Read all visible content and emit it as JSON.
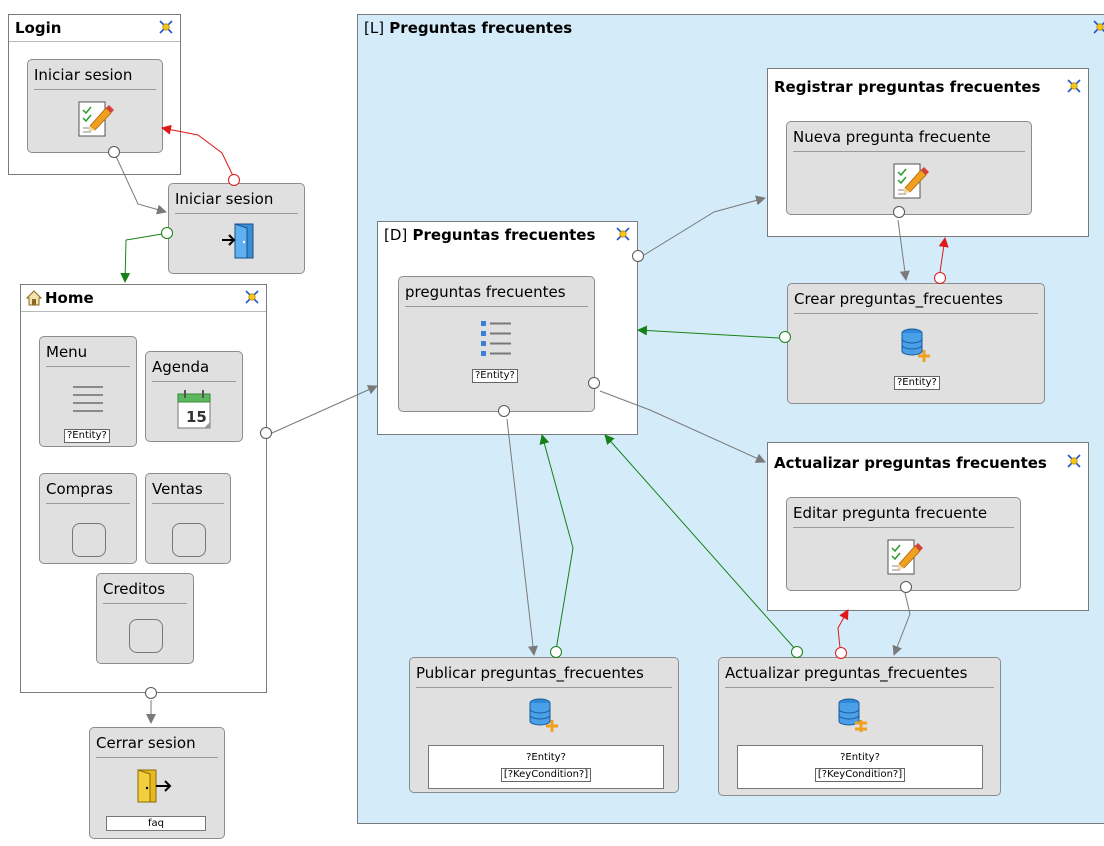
{
  "colors": {
    "area_bg": "#d4ecf9",
    "unit_bg": "#e0e0e0",
    "ok_link": "#188018",
    "ko_link": "#e01818",
    "normal_link": "#7a7a7a"
  },
  "pages": {
    "login": {
      "title": "Login",
      "unit": {
        "title": "Iniciar sesion",
        "icon": "entry-form-icon"
      }
    },
    "action_login": {
      "title": "Iniciar sesion",
      "icon": "login-door-icon"
    },
    "home": {
      "title": "Home",
      "icon": "home-icon",
      "units": {
        "menu": {
          "title": "Menu",
          "entity": "?Entity?"
        },
        "agenda": {
          "title": "Agenda",
          "calendar_day": "15"
        },
        "compras": {
          "title": "Compras"
        },
        "ventas": {
          "title": "Ventas"
        },
        "creditos": {
          "title": "Creditos"
        }
      }
    },
    "logout": {
      "title": "Cerrar sesion",
      "field": "faq",
      "icon": "logout-door-icon"
    },
    "area": {
      "prefix": "[L]",
      "title": "Preguntas frecuentes"
    },
    "default_page": {
      "prefix": "[D]",
      "title": "Preguntas frecuentes",
      "unit": {
        "title": "preguntas frecuentes",
        "entity": "?Entity?",
        "icon": "index-list-icon"
      }
    },
    "registrar": {
      "title": "Registrar preguntas frecuentes",
      "unit": {
        "title": "Nueva pregunta frecuente",
        "icon": "entry-form-icon"
      }
    },
    "crear": {
      "title": "Crear preguntas_frecuentes",
      "entity": "?Entity?",
      "icon": "create-db-icon"
    },
    "actualizar_page": {
      "title": "Actualizar preguntas frecuentes",
      "unit": {
        "title": "Editar pregunta frecuente",
        "icon": "entry-form-icon"
      }
    },
    "publicar": {
      "title": "Publicar preguntas_frecuentes",
      "entity": "?Entity?",
      "key": "[?KeyCondition?]",
      "icon": "create-db-icon"
    },
    "actualizar_op": {
      "title": "Actualizar preguntas_frecuentes",
      "entity": "?Entity?",
      "key": "[?KeyCondition?]",
      "icon": "modify-db-icon"
    }
  }
}
